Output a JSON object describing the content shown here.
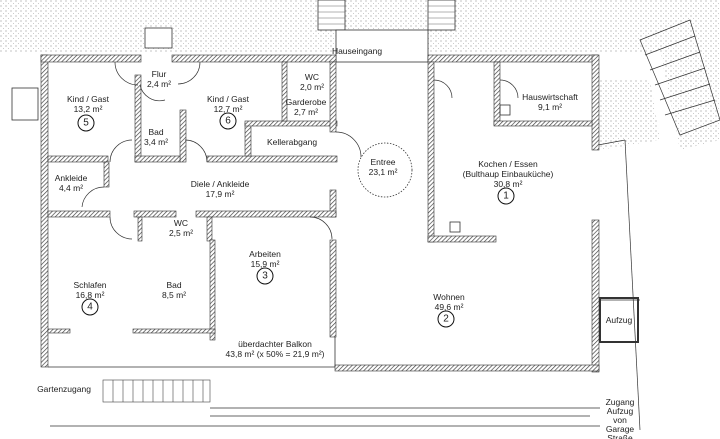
{
  "rooms": [
    {
      "name": "Flur",
      "area": "2,4 m²"
    },
    {
      "name": "Kind / Gast",
      "area": "13,2 m²",
      "number": "5"
    },
    {
      "name": "Bad",
      "area": "3,4 m²"
    },
    {
      "name": "Kind / Gast",
      "area": "12,7 m²",
      "number": "6"
    },
    {
      "name": "WC",
      "area": "2,0 m²"
    },
    {
      "name": "Garderobe",
      "area": "2,7 m²"
    },
    {
      "name": "Kellerabgang"
    },
    {
      "name": "Ankleide",
      "area": "4,4 m²"
    },
    {
      "name": "Diele / Ankleide",
      "area": "17,9 m²"
    },
    {
      "name": "WC",
      "area": "2,5 m²"
    },
    {
      "name": "Entree",
      "area": "23,1 m²"
    },
    {
      "name": "Kochen / Essen",
      "subtitle": "(Bulthaup Einbauküche)",
      "area": "30,8 m²",
      "number": "1"
    },
    {
      "name": "Hauswirtschaft",
      "area": "9,1 m²"
    },
    {
      "name": "Arbeiten",
      "area": "15,9 m²",
      "number": "3"
    },
    {
      "name": "Schlafen",
      "area": "16,8 m²",
      "number": "4"
    },
    {
      "name": "Bad",
      "area": "8,5 m²"
    },
    {
      "name": "Wohnen",
      "area": "49,6 m²",
      "number": "2"
    },
    {
      "name": "überdachter Balkon",
      "area": "43,8 m²  (x 50% = 21,9 m²)"
    }
  ],
  "labels": {
    "hauseingang": "Hauseingang",
    "gartenzugang": "Gartenzugang",
    "aufzug": "Aufzug",
    "zugang": "Zugang\nAufzug\nvon\nGarage\nStraße"
  },
  "colors": {
    "wall": "#555555",
    "stipple": "#bbbbbb"
  }
}
